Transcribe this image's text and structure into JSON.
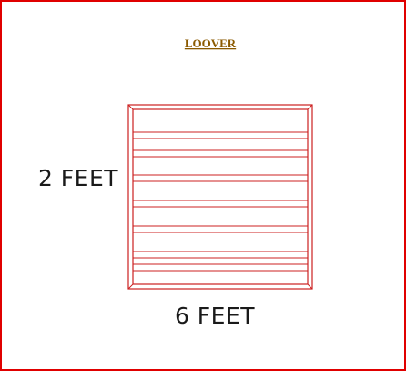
{
  "title": "LOOVER",
  "dimensions": {
    "height_label": "2 FEET",
    "width_label": "6 FEET"
  },
  "colors": {
    "frame": "#e00000",
    "slat": "#cc2020",
    "title": "#8b5a00",
    "text": "#1a1a1a",
    "background": "#ffffff"
  }
}
